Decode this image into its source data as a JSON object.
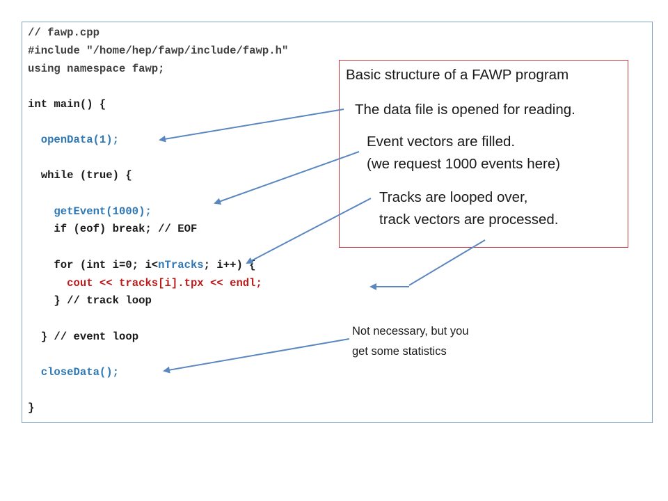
{
  "code": {
    "line1": "// fawp.cpp",
    "line2": "#include \"/home/hep/fawp/include/fawp.h\"",
    "line3": "using namespace fawp;",
    "line4": "int main() {",
    "line5": "  openData(1);",
    "line6": "  while (true) {",
    "line7": "    getEvent(1000);",
    "line8": "    if (eof) break; // EOF",
    "line9_a": "    for (int i=0; i<",
    "line9_b": "nTracks",
    "line9_c": "; i++) {",
    "line10": "      cout << tracks[i].tpx << endl;",
    "line11": "    } // track loop",
    "line12": "  } // event loop",
    "line13": "  closeData();",
    "line14": "}"
  },
  "notes": {
    "title": "Basic structure of a FAWP program",
    "open": "The data file is opened for reading.",
    "event_1": "Event vectors are filled.",
    "event_2": "(we request 1000 events here)",
    "tracks_1": "Tracks are looped over,",
    "tracks_2": "track vectors are processed.",
    "stats_1": "Not necessary, but you",
    "stats_2": "get some statistics"
  },
  "colors": {
    "code_blue": "#2e78b5",
    "code_red": "#bf1a1a",
    "arrow": "#5b87c0",
    "panel_border": "#7f9fc3",
    "note_border": "#c8373b"
  },
  "icons": [
    "arrow-right-icon",
    "arrow-left-icon"
  ]
}
